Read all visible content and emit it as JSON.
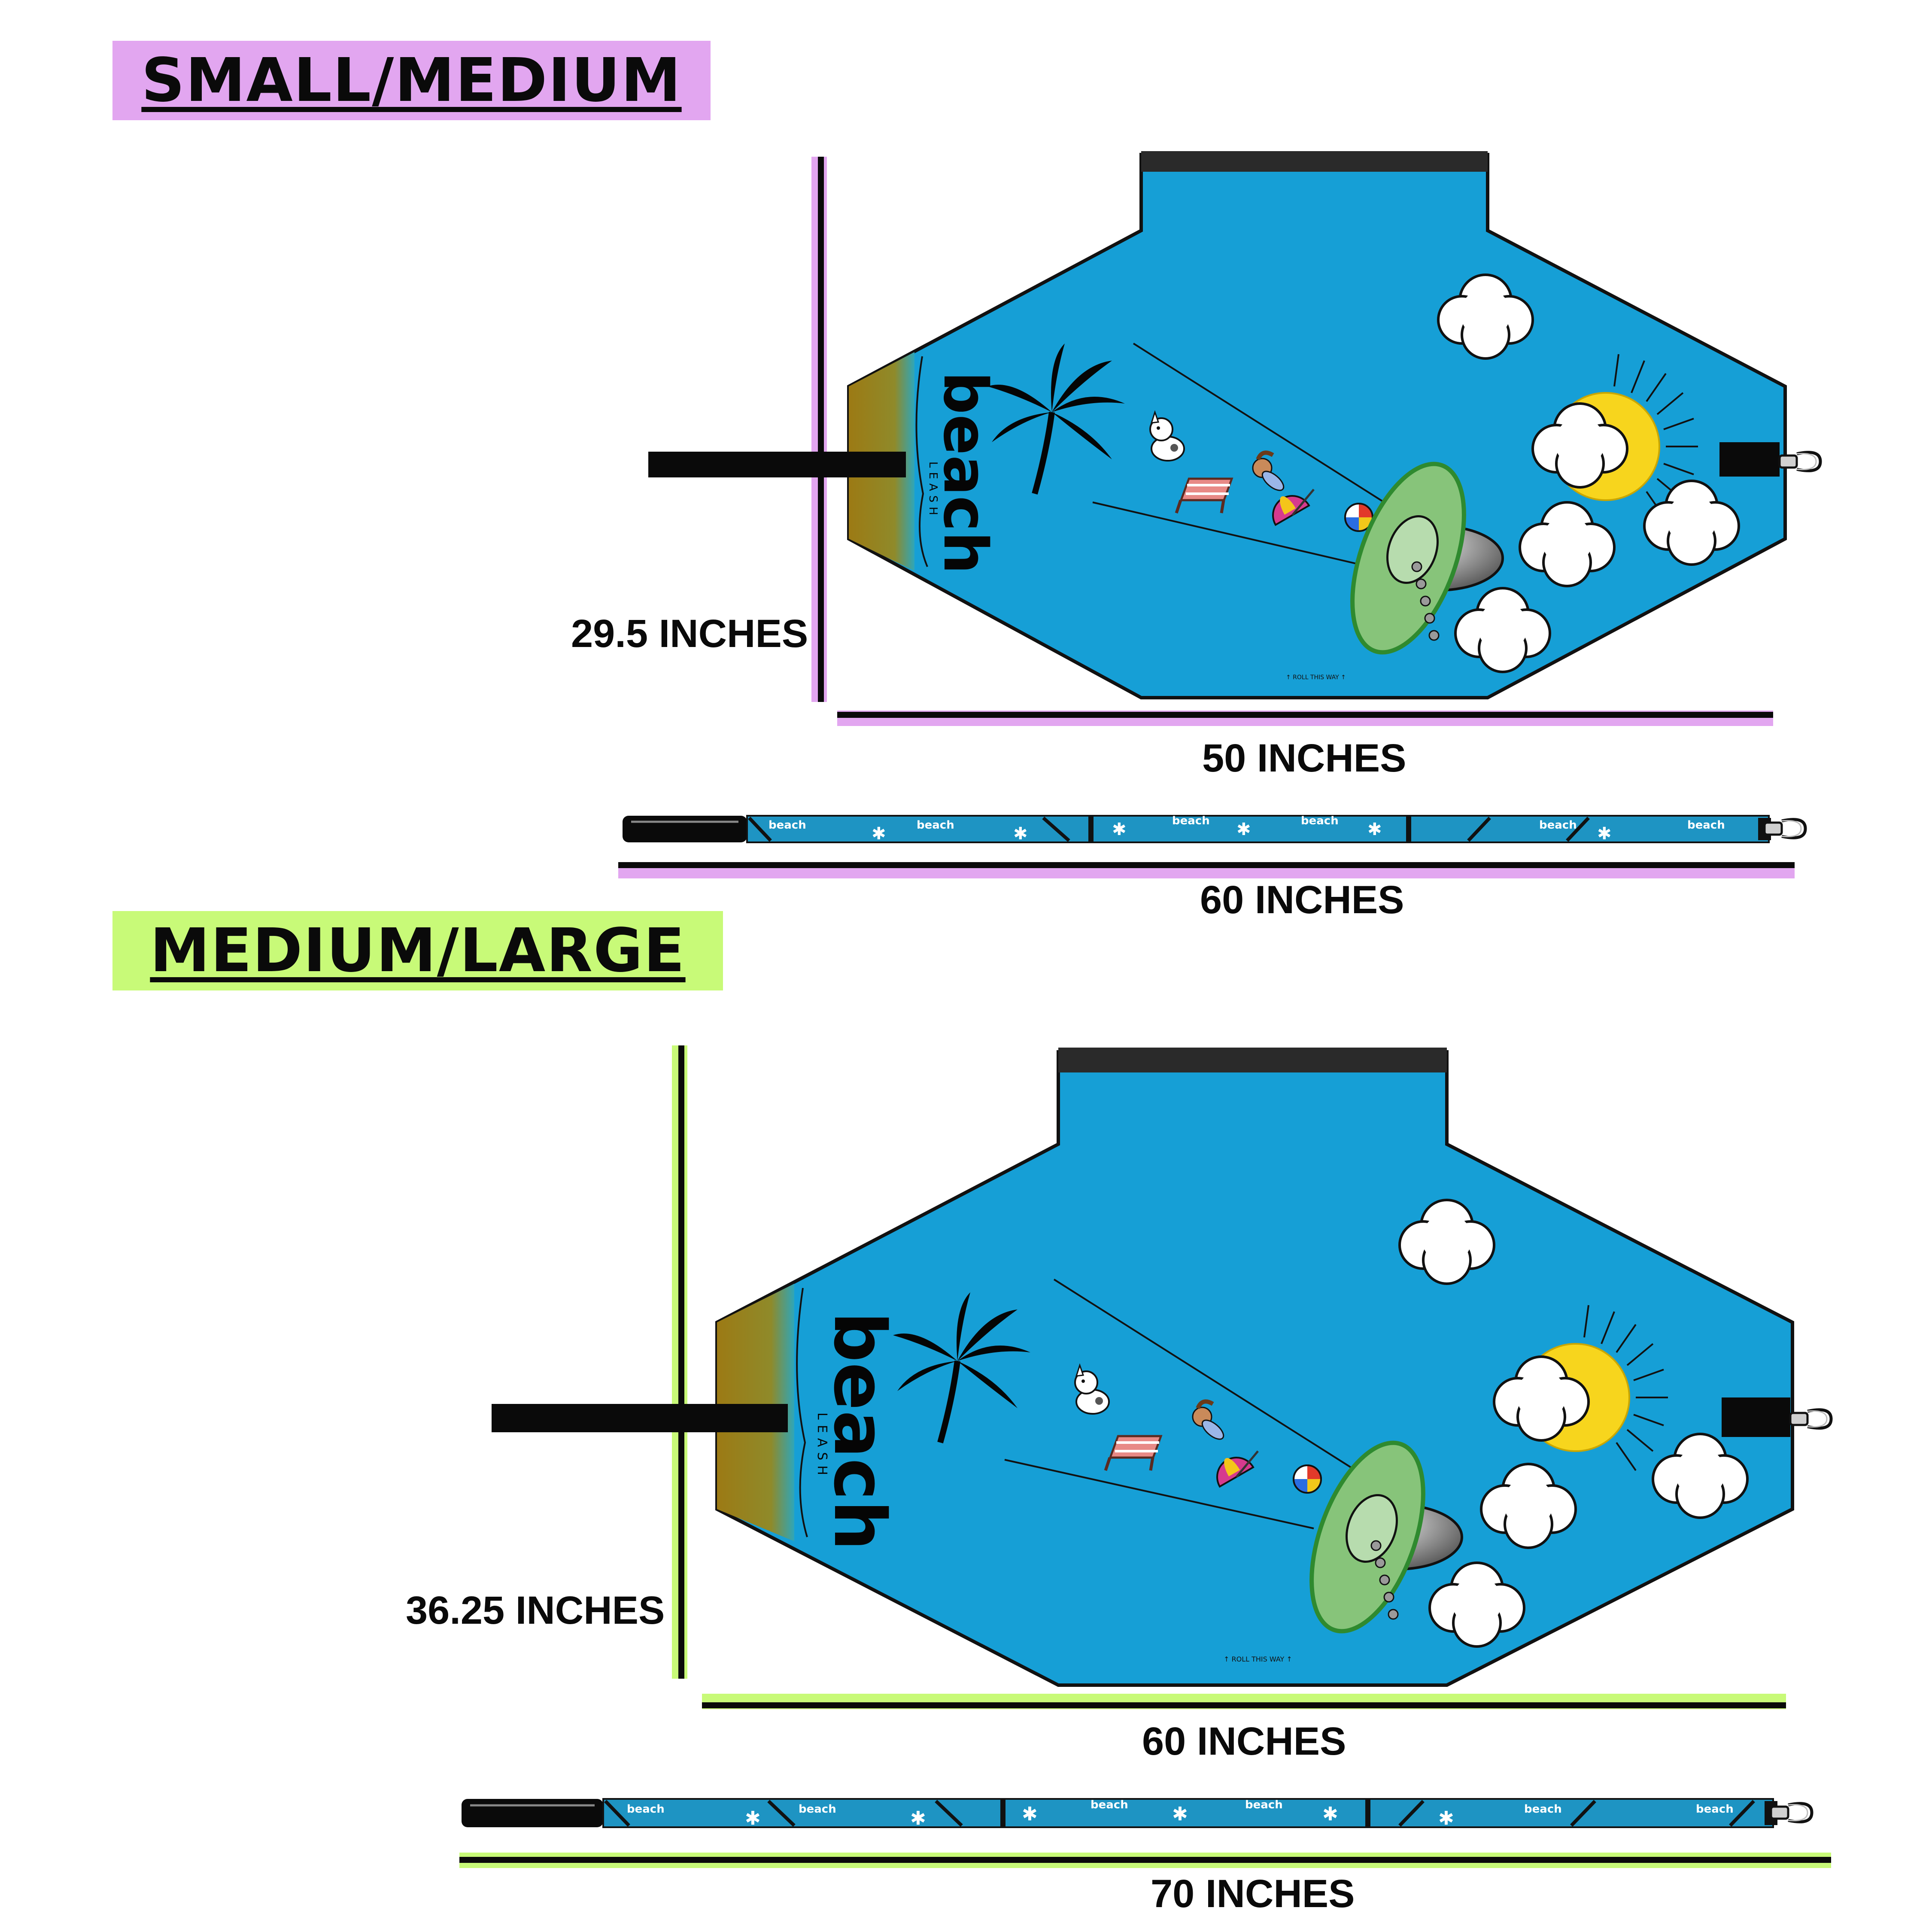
{
  "colors": {
    "small_medium_accent": "#e2a6f0",
    "medium_large_accent": "#c8fa78",
    "blanket_fill": "#169fd6",
    "handle": "#0a0a0a",
    "sand": "#9c7a14",
    "sun": "#f7d51d",
    "ufo": "#7fbf6a",
    "leash_fill": "#1e94c3"
  },
  "sections": {
    "small_medium": {
      "title": "SMALL/MEDIUM",
      "height_label": "29.5 INCHES",
      "width_label": "50 INCHES",
      "leash_label": "60 INCHES"
    },
    "medium_large": {
      "title": "MEDIUM/LARGE",
      "height_label": "36.25 INCHES",
      "width_label": "60 INCHES",
      "leash_label": "70 INCHES"
    }
  },
  "icons": [
    "palm-tree-icon",
    "cloud-icon",
    "sun-icon",
    "ufo-icon",
    "dog-icon",
    "beach-ball-icon",
    "umbrella-icon",
    "beach-chair-icon",
    "carabiner-icon"
  ]
}
